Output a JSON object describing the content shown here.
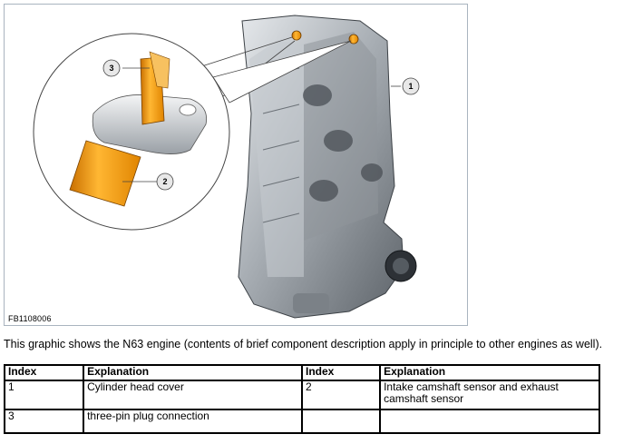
{
  "figure": {
    "id": "FB1108006",
    "callouts": [
      "1",
      "2",
      "3"
    ]
  },
  "caption": "This graphic shows the N63 engine (contents of brief component description apply in principle to other engines as well).",
  "table": {
    "headers": [
      "Index",
      "Explanation",
      "Index",
      "Explanation"
    ],
    "rows": [
      [
        "1",
        "Cylinder head cover",
        "2",
        "Intake camshaft sensor and exhaust camshaft sensor"
      ],
      [
        "3",
        "three-pin plug connection",
        "",
        ""
      ]
    ]
  }
}
